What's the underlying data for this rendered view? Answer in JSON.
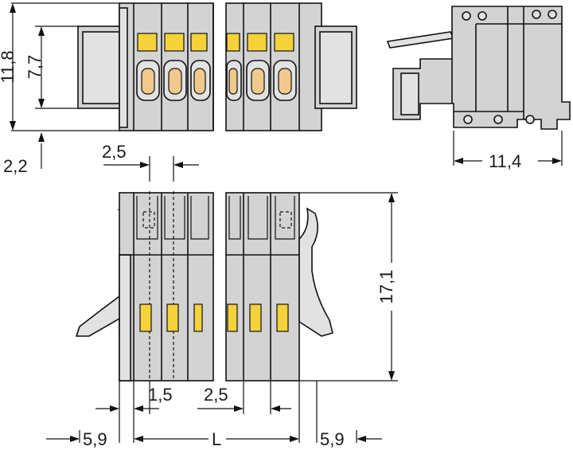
{
  "dimensions": {
    "d_11_8": "11,8",
    "d_7_7": "7,7",
    "d_2_2": "2,2",
    "d_2_5_top": "2,5",
    "d_11_4": "11,4",
    "d_17_1": "17,1",
    "d_1_5": "1,5",
    "d_2_5_bottom": "2,5",
    "d_5_9_left": "5,9",
    "d_L": "L",
    "d_5_9_right": "5,9"
  },
  "colors": {
    "housing": "#d3d3d3",
    "housing_light": "#e2e2e2",
    "latch_yellow": "#f6d23a",
    "spring_beige": "#f0c98b",
    "lines": "#111111"
  }
}
